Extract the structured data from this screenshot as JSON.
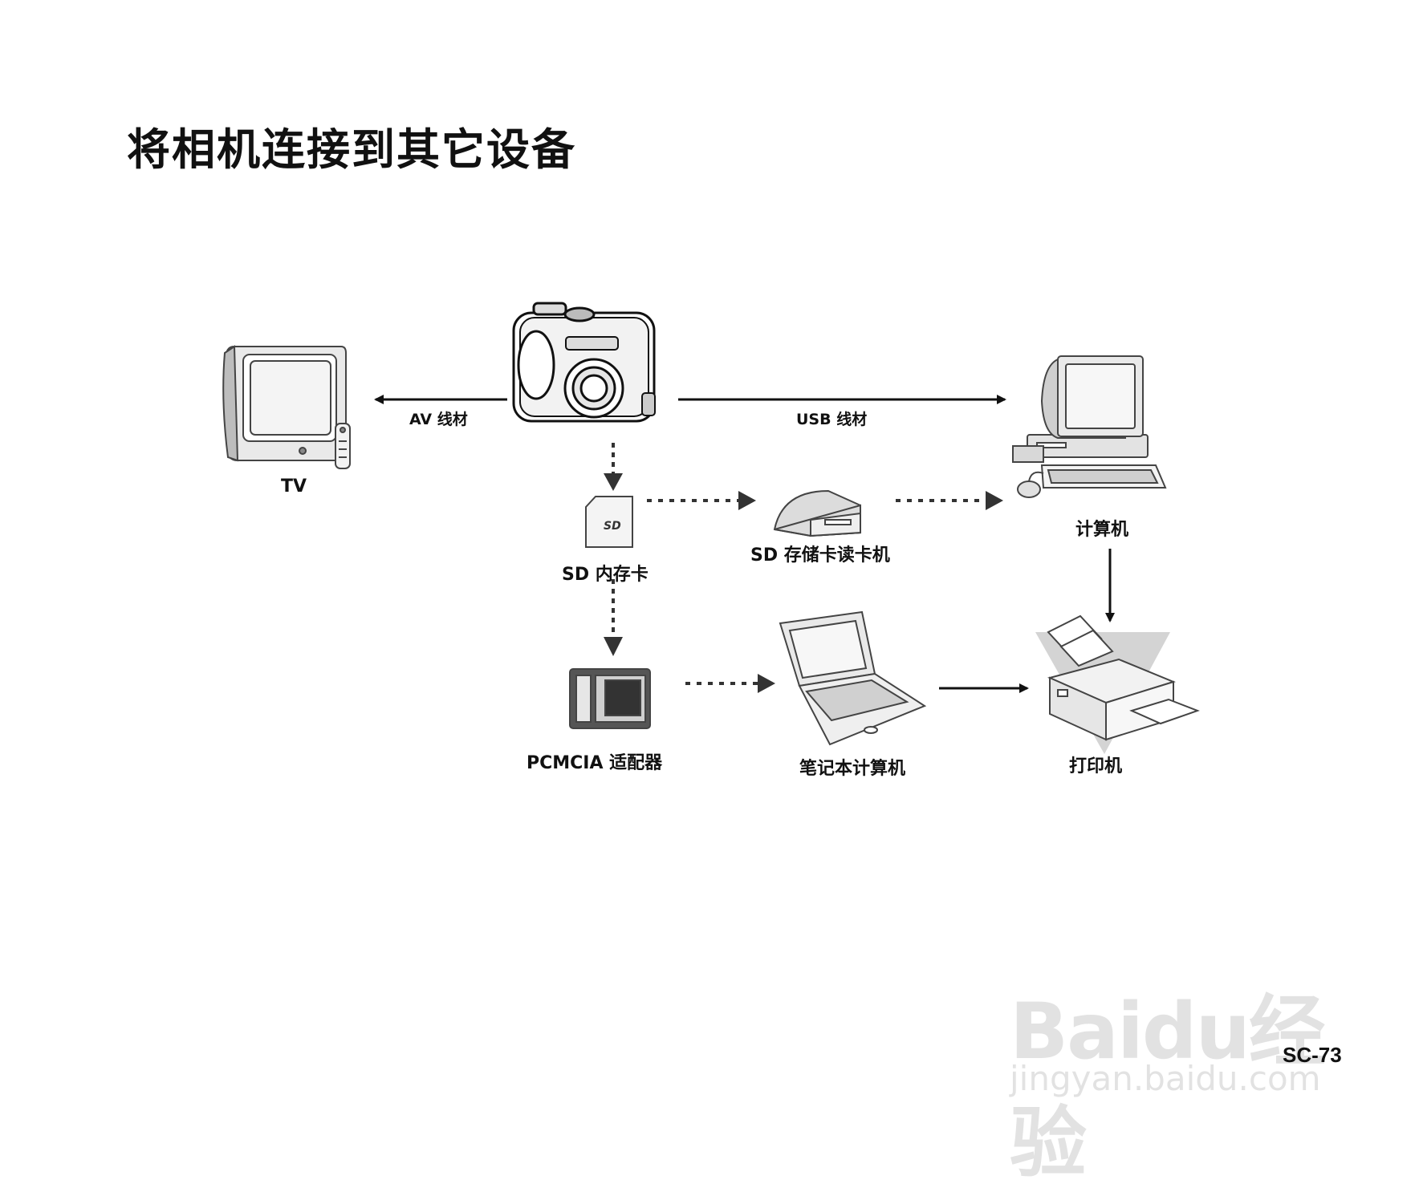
{
  "title": "将相机连接到其它设备",
  "nodes": {
    "tv": "TV",
    "computer": "计算机",
    "sd_card": "SD 内存卡",
    "sd_reader": "SD 存储卡读卡机",
    "pcmcia": "PCMCIA 适配器",
    "laptop": "笔记本计算机",
    "printer": "打印机"
  },
  "edges": {
    "av_cable": "AV 线材",
    "usb_cable": "USB 线材"
  },
  "icons": {
    "camera": "camera-icon",
    "tv": "tv-icon",
    "computer": "desktop-computer-icon",
    "sd_card": "sd-card-icon",
    "sd_reader": "card-reader-icon",
    "pcmcia": "pcmcia-adapter-icon",
    "laptop": "laptop-icon",
    "printer": "printer-icon"
  },
  "watermark": {
    "brand": "Baidu经验",
    "url": "jingyan.baidu.com"
  },
  "page_number": "SC-73"
}
